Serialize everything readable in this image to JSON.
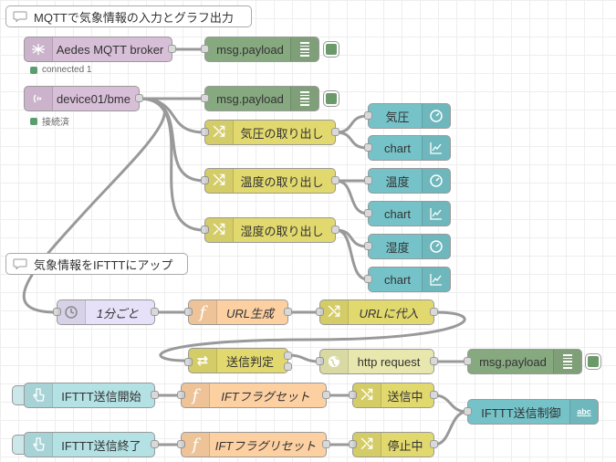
{
  "colors": {
    "mqtt": "#d8bfd8",
    "debug": "#87a980",
    "change": "#e2d96e",
    "dashboard": "#75c3c8",
    "function": "#fdd0a2",
    "inject": "#a6bbcf",
    "switch": "#e2d96e",
    "http": "#e7e7ae",
    "template": "#b3e1e4",
    "status_green": "#5a9e6f"
  },
  "comments": {
    "c1": "MQTTで気象情報の入力とグラフ出力",
    "c2": "気象情報をIFTTTにアップ"
  },
  "nodes": {
    "broker": {
      "label": "Aedes MQTT broker",
      "status": "connected 1",
      "icon": "mosquito-icon"
    },
    "debug1": {
      "label": "msg.payload"
    },
    "device": {
      "label": "device01/bme",
      "status": "接続済",
      "icon": "radio-icon"
    },
    "debug2": {
      "label": "msg.payload"
    },
    "change_pressure": {
      "label": "気圧の取り出し"
    },
    "gauge_pressure": {
      "label": "気圧"
    },
    "chart1": {
      "label": "chart"
    },
    "change_temp": {
      "label": "温度の取り出し"
    },
    "gauge_temp": {
      "label": "温度"
    },
    "chart2": {
      "label": "chart"
    },
    "change_humid": {
      "label": "湿度の取り出し"
    },
    "gauge_humid": {
      "label": "湿度"
    },
    "chart3": {
      "label": "chart"
    },
    "inject_timer": {
      "label": "1分ごと"
    },
    "func_url": {
      "label": "URL生成"
    },
    "change_url": {
      "label": "URLに代入"
    },
    "switch_send": {
      "label": "送信判定"
    },
    "http_request": {
      "label": "http request"
    },
    "debug3": {
      "label": "msg.payload"
    },
    "inject_start": {
      "label": "IFTTT送信開始"
    },
    "func_flag_set": {
      "label": "IFTフラグセット"
    },
    "change_sending": {
      "label": "送信中"
    },
    "text_ifttt": {
      "label": "IFTTT送信制御",
      "icon_text": "abc"
    },
    "inject_stop": {
      "label": "IFTTT送信終了"
    },
    "func_flag_reset": {
      "label": "IFTフラグリセット"
    },
    "change_stopped": {
      "label": "停止中"
    }
  }
}
